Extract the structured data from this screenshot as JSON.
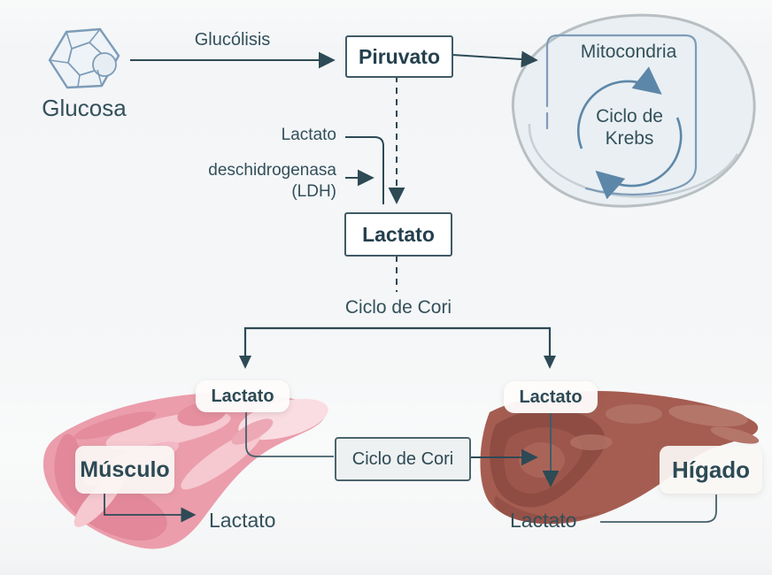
{
  "diagram_title": "Ciclo de Cori",
  "labels": {
    "glucosa": "Glucosa",
    "glucolisis": "Glucólisis",
    "piruvato": "Piruvato",
    "mitocondria": "Mitocondria",
    "ciclo_krebs": "Ciclo de Krebs",
    "ldh_substrate": "Lactato",
    "ldh_enzyme": "deschidrogenasa",
    "ldh_abbrev": "(LDH)",
    "lactato_node": "Lactato",
    "ciclo_cori_label": "Ciclo de Cori",
    "muscle_lactato_badge": "Lactato",
    "musculo": "Músculo",
    "muscle_lactato_out": "Lactato",
    "ciclo_cori_box": "Ciclo de Cori",
    "liver_lactato_badge": "Lactato",
    "higado": "Hígado",
    "liver_lactato_out": "Lactato"
  },
  "colors": {
    "background": "#f4f6f7",
    "ink": "#2d4a55",
    "box_border": "#3f5a66",
    "mitochondria_fill": "#e9eff3",
    "mitochondria_stroke": "#b8bfc2",
    "membrane_stroke": "#7d9cb8",
    "krebs_circle": "#5d87a8",
    "muscle_main": "#eb9dab",
    "muscle_light": "#f6c8d0",
    "muscle_dark": "#e28598",
    "liver_main": "#a55d51",
    "liver_dark": "#8a4941",
    "liver_light": "#b5766a",
    "badge_bg": "#fdfcfb",
    "cori_box_bg": "#eef1f1"
  }
}
